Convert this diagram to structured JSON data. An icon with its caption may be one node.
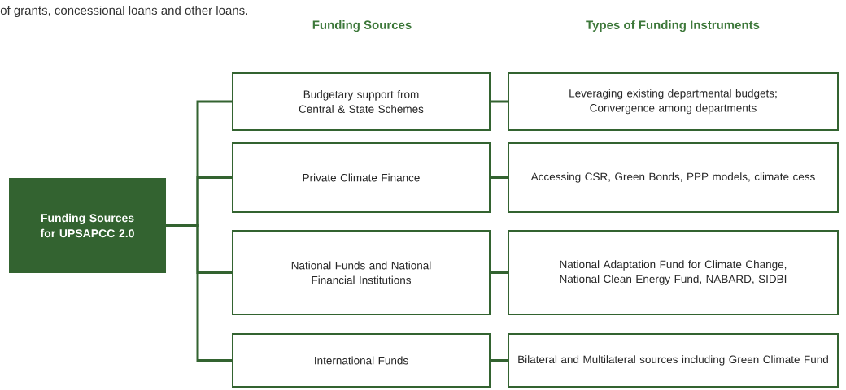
{
  "diagram": {
    "nodes": [
      {
        "text": [
          "Funding Sources for UPSAPCC 2.0"
        ]
      },
      {
        "text": [
          "Budgetary support from Central & State Schemes"
        ]
      },
      {
        "text": [
          "Private Climate Finance"
        ]
      },
      {
        "text": [
          "National Funds and National Financial Institutions"
        ]
      },
      {
        "text": [
          "International Funds"
        ]
      },
      {
        "text": [
          "Leveraging existing departmental budgets; Convergence among departments"
        ]
      },
      {
        "text": [
          "Accessing CSR, Green Bonds, PPP models, climate cess"
        ]
      },
      {
        "text": [
          "National Adaptation Fund for Climate Change, National Clean Energy Fund, NABARD, SIDBI"
        ]
      },
      {
        "text": [
          "Bilateral and Multilateral sources including Green Climate Fund"
        ]
      }
    ],
    "edges": [
      {
        "from": 0,
        "to": 1,
        "arrow": "none"
      },
      {
        "from": 0,
        "to": 2,
        "arrow": "none"
      },
      {
        "from": 0,
        "to": 3,
        "arrow": "none"
      },
      {
        "from": 0,
        "to": 4,
        "arrow": "none"
      },
      {
        "from": 1,
        "to": 5,
        "arrow": "none"
      },
      {
        "from": 2,
        "to": 6,
        "arrow": "none"
      },
      {
        "from": 3,
        "to": 7,
        "arrow": "none"
      },
      {
        "from": 4,
        "to": 8,
        "arrow": "none"
      }
    ],
    "labels": [
      "of grants, concessional loans and other loans.",
      "Funding Sources",
      "Types of Funding Instruments"
    ]
  }
}
